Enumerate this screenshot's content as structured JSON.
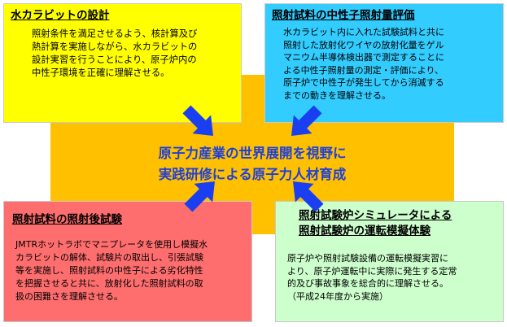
{
  "center": {
    "line1": "原子力産業の世界展開を視野に",
    "line2": "実践研修による原子力人材育成"
  },
  "boxes": {
    "top_left": {
      "title": "水カラビットの設計",
      "lines": [
        "照射条件を満足させるよう、核計算及び",
        "熱計算を実施しながら、水カラビットの",
        "設計実習を行うことにより、原子炉内の",
        "中性子環境を正確に理解させる。"
      ]
    },
    "top_right": {
      "title": "照射試料の中性子照射量評価",
      "lines": [
        "水カラビット内に入れた試験試料と共に",
        "照射した放射化ワイヤの放射化量をゲル",
        "マニウム半導体検出器で測定することに",
        "よる中性子照射量の測定・評価により、",
        "原子炉で中性子が発生してから消滅する",
        "までの動きを理解させる。"
      ]
    },
    "bottom_left": {
      "title": "照射試料の照射後試験",
      "lines": [
        "JMTRホットラボでマニプレータを使用し模擬水",
        "カラビットの解体、試験片の取出し、引張試験",
        "等を実施し、照射試料の中性子による劣化特性",
        "を把握させると共に、放射化した照射試料の取",
        "扱の困難さを理解させる。"
      ]
    },
    "bottom_right": {
      "title_line1": "照射試験炉シミュレータによる",
      "title_line2": "照射試験炉の運転模擬体験",
      "lines": [
        "原子炉や照射試験設備の運転模擬実習に",
        "より、原子炉運転中に実際に発生する定常",
        "的及び事故事象を総合的に理解させる。",
        "（平成24年度から実施）"
      ]
    }
  },
  "colors": {
    "center_bg": "#ffc000",
    "center_text": "#1f3fd8",
    "arrow": "#1a3ff0",
    "top_left_bg": "#ffff00",
    "top_right_bg": "#33ccff",
    "bottom_left_bg": "#ff6e6e",
    "bottom_right_bg": "#ccffcc"
  }
}
